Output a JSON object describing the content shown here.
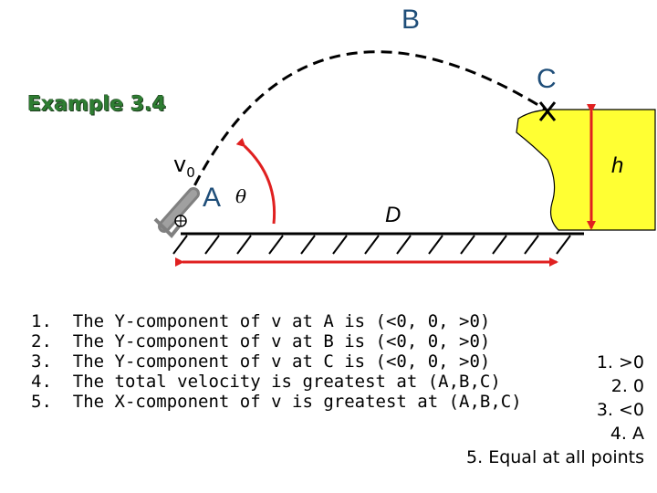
{
  "title": "Example 3.4",
  "labels": {
    "B": "B",
    "C": "C",
    "A": "A",
    "theta": "θ",
    "v0": "v",
    "v0_sub": "0",
    "D": "D",
    "h": "h"
  },
  "colors": {
    "title": "#2e7d32",
    "point_labels": "#1f4e79",
    "arrows": "#e02020",
    "cliff": "#ffff33",
    "trajectory": "#000000",
    "cannon": "#808080"
  },
  "questions": [
    {
      "num": "1.",
      "text": "The Y-component of v at A is (<0, 0, >0)"
    },
    {
      "num": "2.",
      "text": "The Y-component of v at B is (<0, 0, >0)"
    },
    {
      "num": "3.",
      "text": "The Y-component of v at C is (<0, 0, >0)"
    },
    {
      "num": "4.",
      "text": "The total velocity is greatest at (A,B,C)"
    },
    {
      "num": "5.",
      "text": "The X-component of v is greatest at (A,B,C)"
    }
  ],
  "answers": [
    "1. >0",
    "2. 0",
    "3. <0",
    "4. A",
    "5. Equal at all points"
  ]
}
